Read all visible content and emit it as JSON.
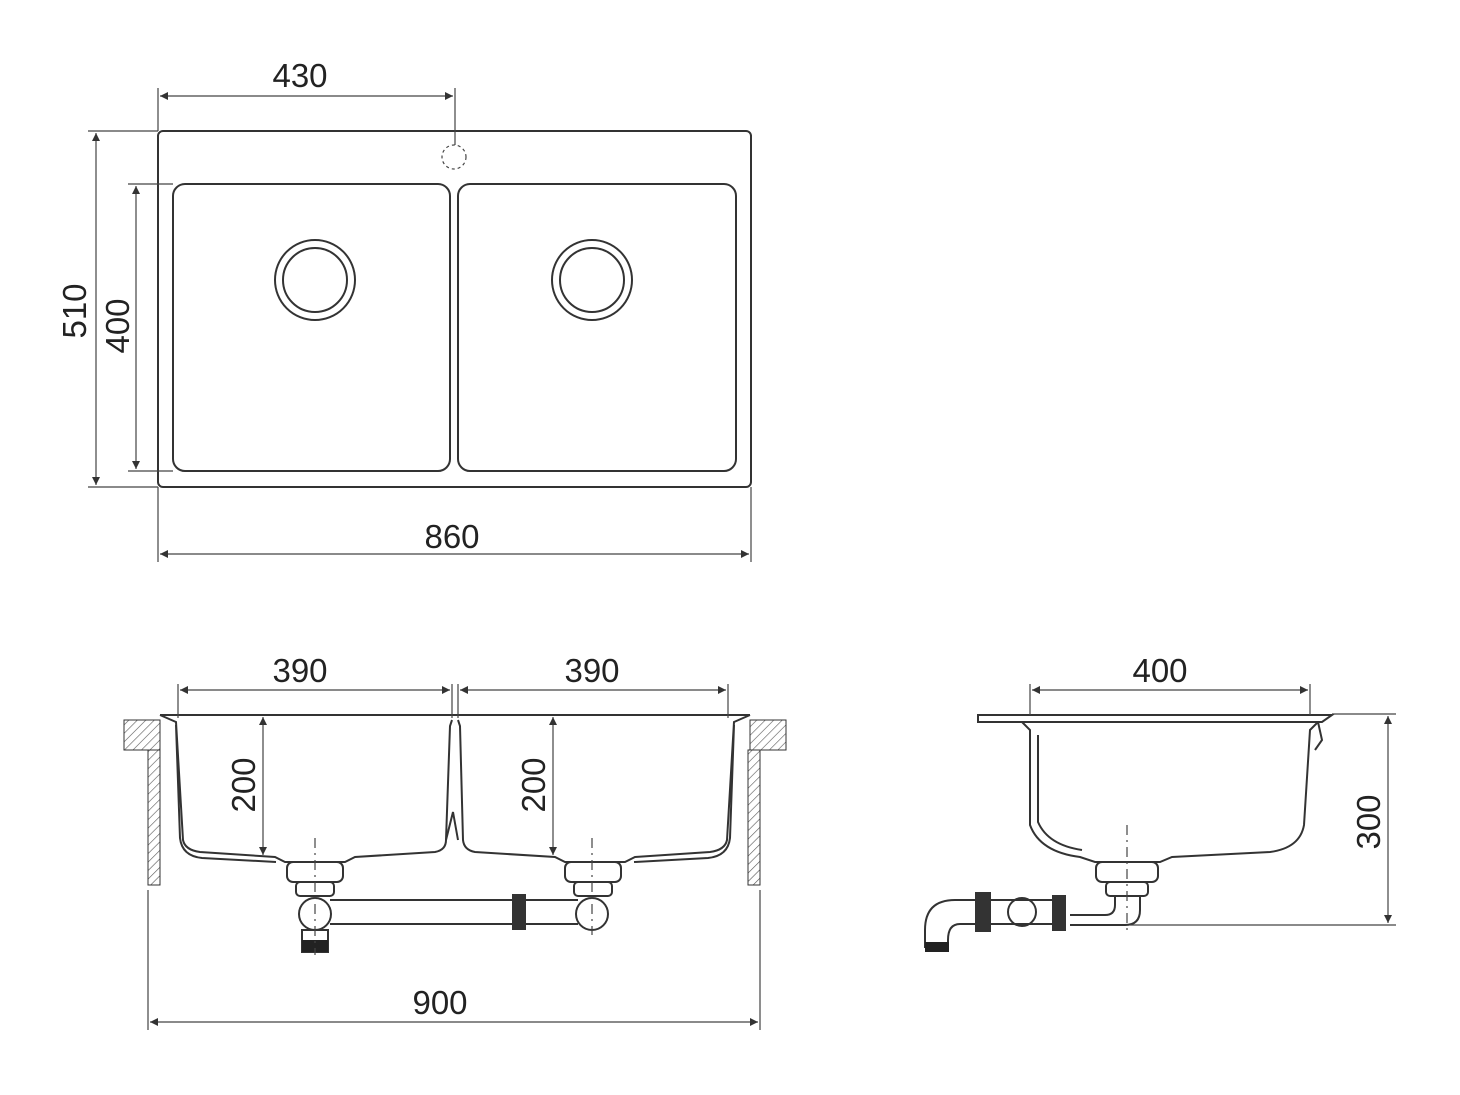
{
  "top_view": {
    "dim_tap_offset": "430",
    "dim_outer_depth": "510",
    "dim_bowl_depth": "400",
    "dim_outer_width": "860"
  },
  "front_view": {
    "dim_left_bowl_width": "390",
    "dim_right_bowl_width": "390",
    "dim_left_bowl_depth": "200",
    "dim_right_bowl_depth": "200",
    "dim_cabinet_width": "900"
  },
  "side_view": {
    "dim_bowl_length": "400",
    "dim_total_height": "300"
  }
}
